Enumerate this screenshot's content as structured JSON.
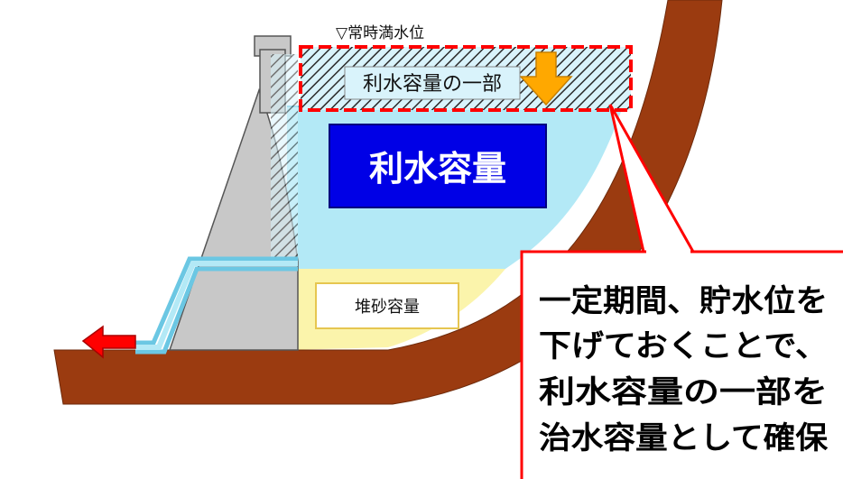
{
  "labels": {
    "normal_water_level": "▽常時満水位",
    "water_use_part": "利水容量の一部",
    "water_use_capacity": "利水容量",
    "sediment_capacity": "堆砂容量"
  },
  "callout": {
    "lines": [
      "一定期間、貯水位を",
      "下げておくことで、",
      "利水容量の一部を",
      "治水容量として確保"
    ]
  },
  "colors": {
    "ground": "#9b3b10",
    "water": "#b3e9f6",
    "sediment": "#fbf4ab",
    "dam": "#c8c8c8",
    "capacity_box": "#0000e6",
    "accent_red": "#ff0000",
    "arrow_orange": "#ffa800"
  },
  "icons": {
    "down_arrow": "down-arrow-icon",
    "outflow_arrow": "left-arrow-icon"
  }
}
